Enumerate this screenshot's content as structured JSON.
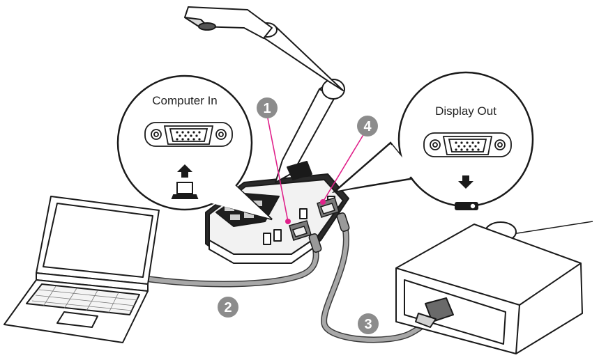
{
  "callouts": {
    "computer_in": {
      "label": "Computer In"
    },
    "display_out": {
      "label": "Display Out"
    }
  },
  "markers": [
    "1",
    "2",
    "3",
    "4"
  ],
  "colors": {
    "leader": "#e0208a",
    "marker_fill": "#8c8c8c",
    "stroke": "#1a1a1a",
    "cable": "#9a9a9a",
    "cable_edge": "#3a3a3a"
  },
  "icons": {
    "computer_in_connector": "vga-port-icon",
    "computer_in_arrow": "up-arrow-icon",
    "computer_in_device": "laptop-icon",
    "display_out_connector": "vga-port-icon",
    "display_out_arrow": "down-arrow-icon",
    "display_out_device": "projector-icon"
  }
}
